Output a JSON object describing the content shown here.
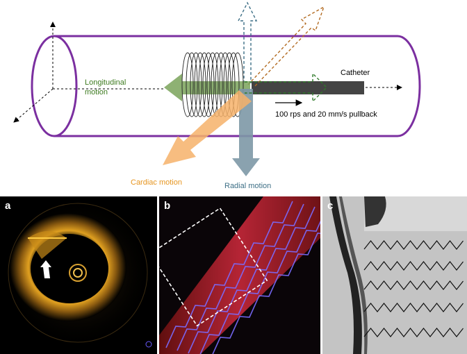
{
  "labels": {
    "longitudinal_line1": "Longitudinal",
    "longitudinal_line2": "motion",
    "catheter": "Catheter",
    "pullback": "100 rps and 20 mm/s pullback",
    "cardiac": "Cardiac motion",
    "radial": "Radial motion"
  },
  "panels": {
    "a": "a",
    "b": "b",
    "c": "c"
  },
  "colors": {
    "vessel": "#7b2fa0",
    "longitudinal": "#5e8e3b",
    "cardiac": "#f4a54a",
    "radial": "#6b8a99",
    "catheter": "#444444"
  }
}
